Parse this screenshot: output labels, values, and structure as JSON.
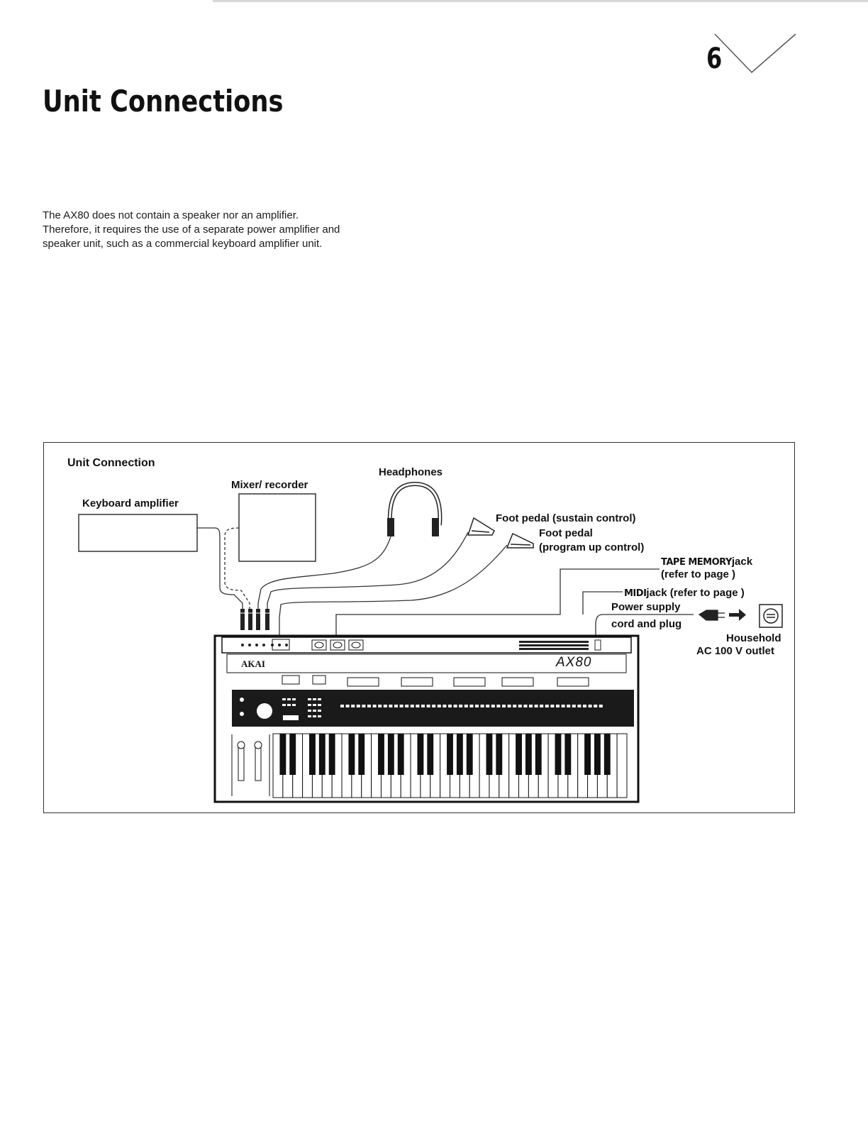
{
  "page": {
    "number": "6",
    "title": "Unit Connections"
  },
  "intro": {
    "lines": [
      "The AX80 does not contain a speaker nor an amplifier.",
      "Therefore, it requires the use of a separate power amplifier and",
      "speaker unit, such as a commercial keyboard amplifier unit."
    ]
  },
  "figure": {
    "caption": "Unit Connection",
    "labels": {
      "keyboard_amplifier": "Keyboard amplifier",
      "mixer_recorder": "Mixer/ recorder",
      "headphones": "Headphones",
      "foot_pedal_sustain": "Foot pedal (sustain control)",
      "foot_pedal_program_1": "Foot pedal",
      "foot_pedal_program_2": "(program up control)",
      "tape_memory_name": "TAPE MEMORY",
      "tape_memory_suffix": "jack",
      "tape_memory_ref": "(refer to page      )",
      "midi_name": "MIDI",
      "midi_suffix": "jack (refer to page      )",
      "power_supply_1": "Power supply",
      "power_supply_2": "cord and plug",
      "household_1": "Household",
      "household_2": "AC 100 V outlet"
    },
    "synth": {
      "brand": "AKAI",
      "model": "AX80"
    }
  }
}
